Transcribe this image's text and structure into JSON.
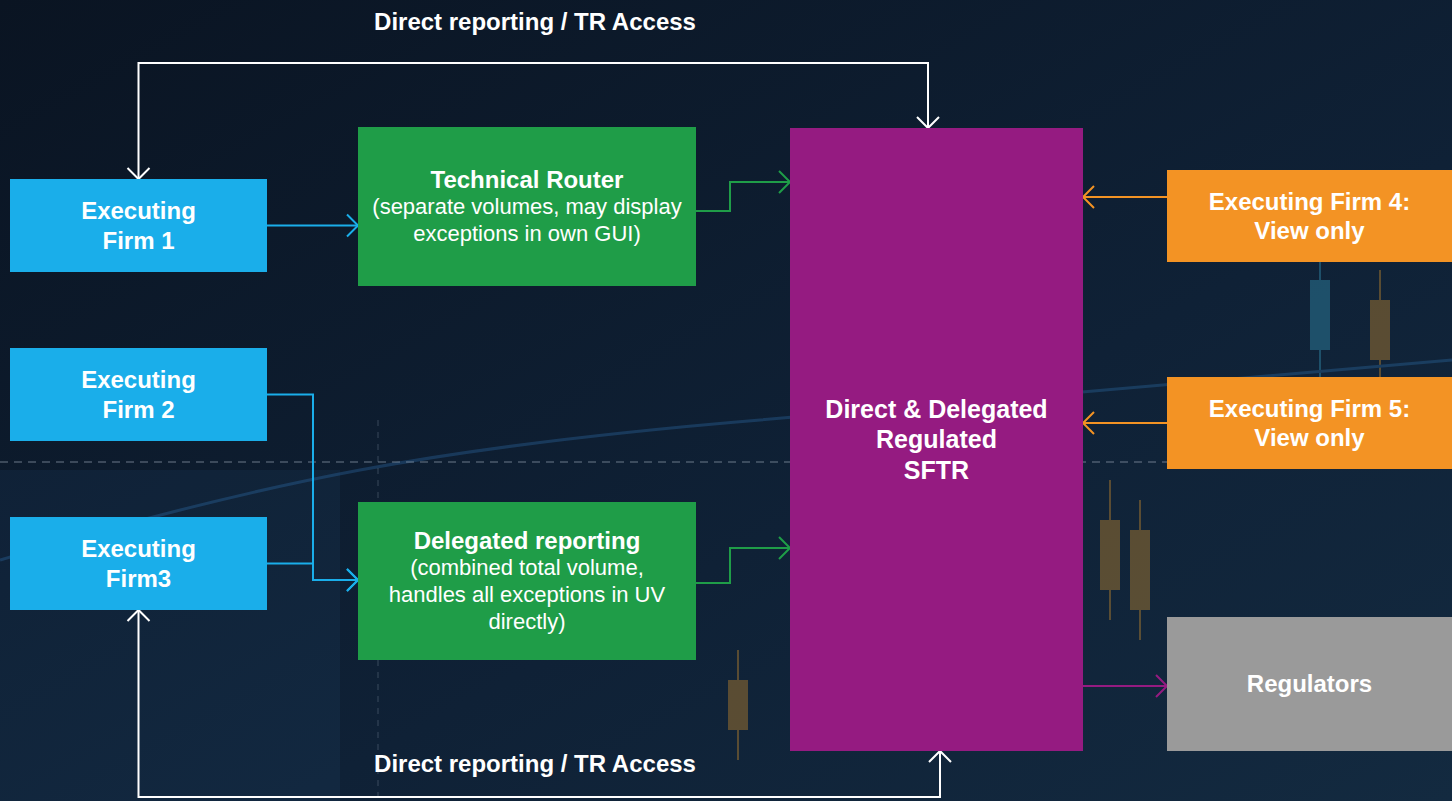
{
  "diagram": {
    "nodes": [
      {
        "text": [
          "Executing Firm 1"
        ]
      },
      {
        "text": [
          "Technical Router",
          "(separate volumes, may display exceptions in own GUI)"
        ]
      },
      {
        "text": [
          "Direct & Delegated Regulated",
          "SFTR"
        ]
      },
      {
        "text": [
          "Executing Firm 4: View only"
        ]
      },
      {
        "text": [
          "Executing Firm 2"
        ]
      },
      {
        "text": [
          "Executing Firm3"
        ]
      },
      {
        "text": [
          "Delegated reporting",
          "(combined total volume, handles all exceptions in UV directly)"
        ]
      },
      {
        "text": [
          "Executing Firm 5: View only"
        ]
      },
      {
        "text": [
          "Regulators"
        ]
      }
    ],
    "edges": [
      {
        "from": 0,
        "to": 1,
        "arrow": "to"
      },
      {
        "from": 1,
        "to": 2,
        "arrow": "to"
      },
      {
        "from": 0,
        "to": 2,
        "label": "Direct reporting / TR Access",
        "arrow": "both"
      },
      {
        "from": 3,
        "to": 2,
        "arrow": "to"
      },
      {
        "from": 7,
        "to": 2,
        "arrow": "to"
      },
      {
        "from": 4,
        "to": 6,
        "arrow": "to"
      },
      {
        "from": 5,
        "to": 6,
        "arrow": "to"
      },
      {
        "from": 6,
        "to": 2,
        "arrow": "to"
      },
      {
        "from": 2,
        "to": 8,
        "arrow": "to"
      },
      {
        "from": 5,
        "to": 2,
        "label": "Direct reporting / TR Access",
        "arrow": "both"
      }
    ]
  }
}
